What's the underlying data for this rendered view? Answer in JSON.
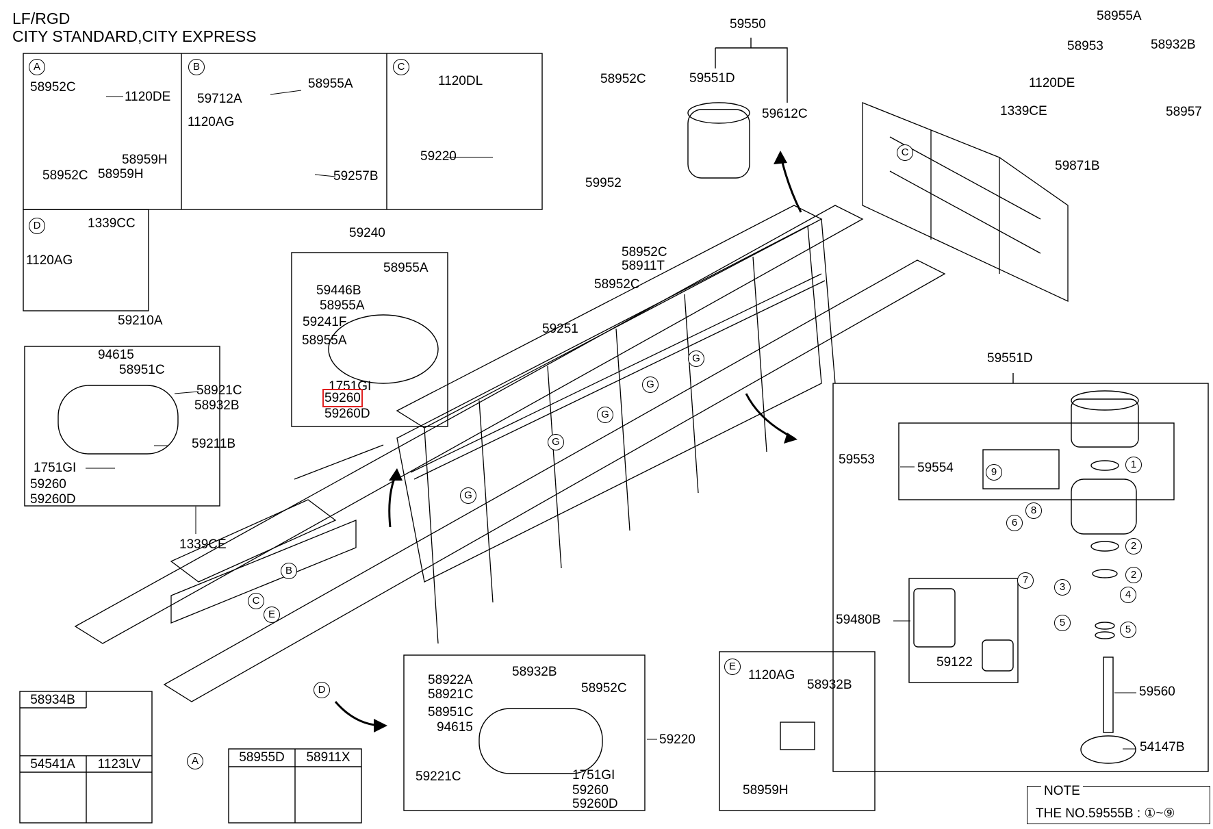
{
  "header": {
    "line1": "LF/RGD",
    "line2": "CITY STANDARD,CITY EXPRESS"
  },
  "section_letters": [
    "A",
    "B",
    "C",
    "D",
    "E",
    "G"
  ],
  "parts": {
    "p58952C": "58952C",
    "p1120DE": "1120DE",
    "p58959H": "58959H",
    "p59712A": "59712A",
    "p58955A": "58955A",
    "p1120AG": "1120AG",
    "p59257B": "59257B",
    "p1120DL": "1120DL",
    "p59220": "59220",
    "p1339CC": "1339CC",
    "p59210A": "59210A",
    "p94615": "94615",
    "p58951C": "58951C",
    "p58921C": "58921C",
    "p58932B": "58932B",
    "p59211B": "59211B",
    "p1751GI": "1751GI",
    "p59260": "59260",
    "p59260D": "59260D",
    "p1339CE": "1339CE",
    "p59240": "59240",
    "p59446B": "59446B",
    "p59241F": "59241F",
    "p59251": "59251",
    "p59550": "59550",
    "p59551D": "59551D",
    "p59612C": "59612C",
    "p59952": "59952",
    "p58911T": "58911T",
    "p58953": "58953",
    "p58957": "58957",
    "p59871B": "59871B",
    "p59553": "59553",
    "p59554": "59554",
    "p59480B": "59480B",
    "p59122": "59122",
    "p59560": "59560",
    "p54147B": "54147B",
    "p58934B": "58934B",
    "p54541A": "54541A",
    "p1123LV": "1123LV",
    "p58955D": "58955D",
    "p58911X": "58911X",
    "p58922A": "58922A",
    "p59221C": "59221C"
  },
  "callout_numbers": [
    "1",
    "2",
    "3",
    "4",
    "5",
    "6",
    "7",
    "8",
    "9"
  ],
  "note": {
    "title": "NOTE",
    "text": "THE NO.59555B : ①~⑨"
  },
  "highlight_color": "#e02020"
}
